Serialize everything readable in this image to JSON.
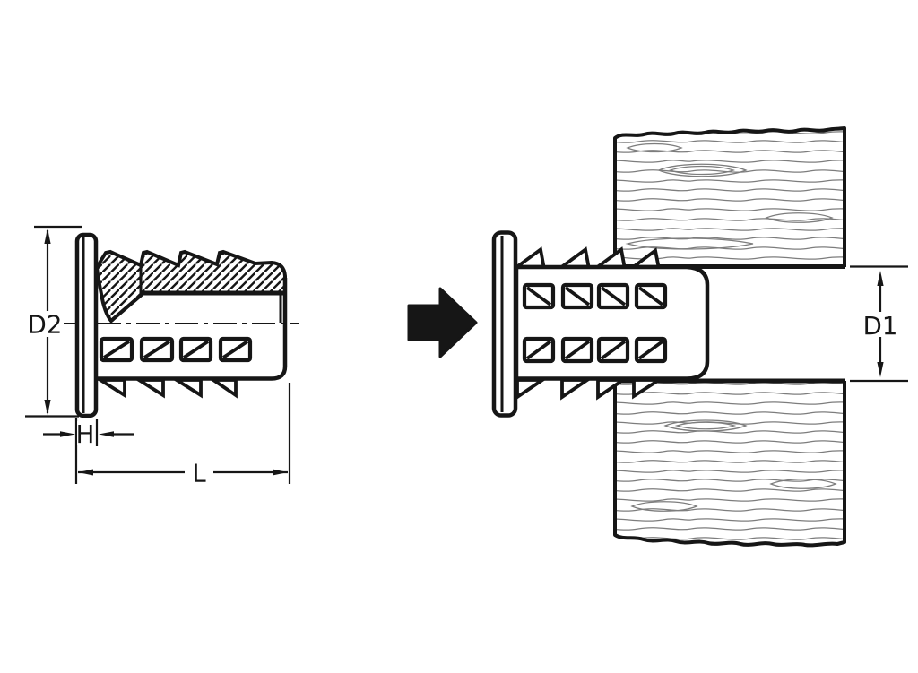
{
  "diagram": {
    "labels": {
      "d2": "D2",
      "h": "H",
      "l": "L",
      "d1": "D1"
    },
    "colors": {
      "ink": "#161616",
      "wood_grain": "#7d7d7d",
      "background": "#ffffff"
    },
    "icons": {
      "direction_arrow": "right-arrow-icon"
    }
  }
}
